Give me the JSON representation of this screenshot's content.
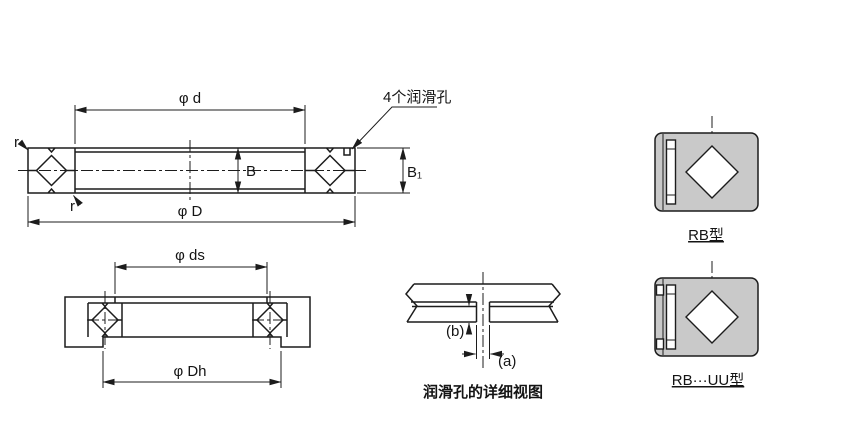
{
  "drawing": {
    "background": "#ffffff",
    "line_color": "#1c1c1c",
    "section_fill": "#c9c9c9"
  },
  "main_view": {
    "dim_bore": "φ d",
    "dim_outer": "φ D",
    "dim_width": "B",
    "dim_width_b1": "B₁",
    "lube_holes_label": "4个润滑孔",
    "fillet_top": "r",
    "fillet_bottom": "r"
  },
  "mounting_view": {
    "dim_shaft_shoulder": "φ ds",
    "dim_housing_shoulder": "φ Dh"
  },
  "lube_hole_detail": {
    "dim_b": "(b)",
    "dim_a": "(a)",
    "caption": "润滑孔的详细视图"
  },
  "type_sections": {
    "rb_caption": "RB型",
    "rb_uu_caption": "RB···UU型"
  }
}
